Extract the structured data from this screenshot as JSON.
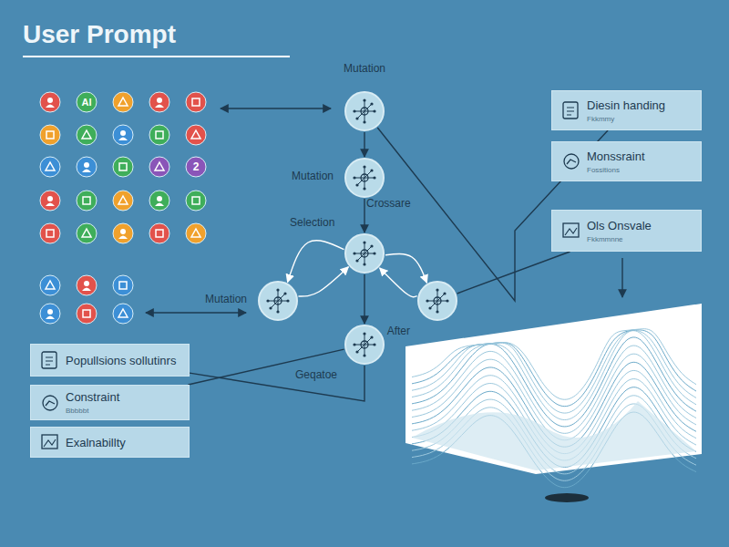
{
  "diagram": {
    "title": "User Prompt",
    "nodes": [
      {
        "text": [
          "Mutation"
        ]
      },
      {
        "text": [
          "Mutation"
        ]
      },
      {
        "text": [
          "Crossare"
        ]
      },
      {
        "text": [
          "Mutation"
        ]
      },
      {
        "text": [
          "After"
        ]
      },
      {
        "text": [
          "Geqatoe"
        ]
      },
      {
        "text": [
          "Diesin handing",
          "Fkkmmy"
        ]
      },
      {
        "text": [
          "Monssraint",
          "Fossitions"
        ]
      },
      {
        "text": [
          "Ols Onsvale",
          "Fkkmmnne"
        ]
      },
      {
        "text": [
          "Popullsions sollutinrs"
        ]
      },
      {
        "text": [
          "Constraint",
          "Bbbbbt"
        ]
      },
      {
        "text": [
          "Exalnabillty"
        ]
      }
    ],
    "edges": [
      {
        "from": 0,
        "to": 1,
        "arrow": "to"
      },
      {
        "from": 1,
        "to": 2,
        "arrow": "to"
      },
      {
        "from": 2,
        "to": 3,
        "arrow": "to"
      },
      {
        "from": 3,
        "to": 2,
        "arrow": "to"
      },
      {
        "from": 2,
        "to": 4,
        "arrow": "to"
      },
      {
        "from": 4,
        "to": 2,
        "arrow": "to"
      },
      {
        "from": 2,
        "to": 5,
        "arrow": "to"
      },
      {
        "from": 0,
        "to": 6,
        "arrow": "none"
      },
      {
        "from": 4,
        "to": 8,
        "arrow": "none"
      },
      {
        "from": 9,
        "to": 5,
        "arrow": "none"
      },
      {
        "from": 10,
        "to": 5,
        "arrow": "none"
      }
    ],
    "labels": [
      "Selection",
      "Al",
      "2"
    ]
  }
}
